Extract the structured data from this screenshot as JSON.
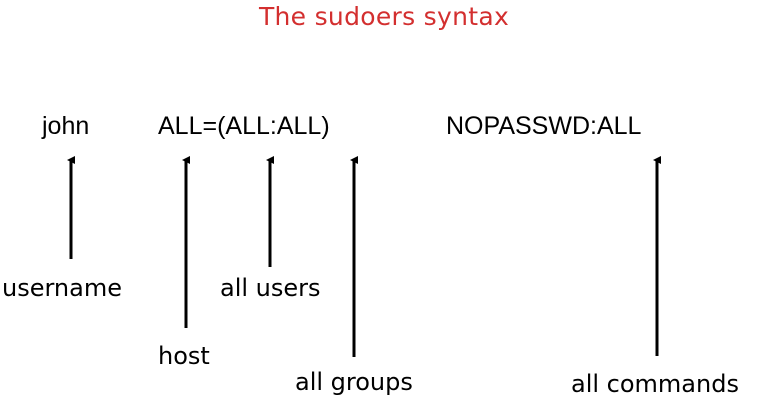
{
  "title": "The sudoers syntax",
  "title_color": "#d32f2f",
  "rule": {
    "user": "john",
    "host_spec": "ALL=(ALL:ALL)",
    "command_spec": "NOPASSWD:ALL"
  },
  "annotations": [
    {
      "label": "username",
      "points_to": "john"
    },
    {
      "label": "host",
      "points_to": "ALL (before =)"
    },
    {
      "label": "all users",
      "points_to": "ALL (runas user)"
    },
    {
      "label": "all groups",
      "points_to": "ALL (runas group)"
    },
    {
      "label": "all commands",
      "points_to": "ALL (after NOPASSWD:)"
    }
  ]
}
